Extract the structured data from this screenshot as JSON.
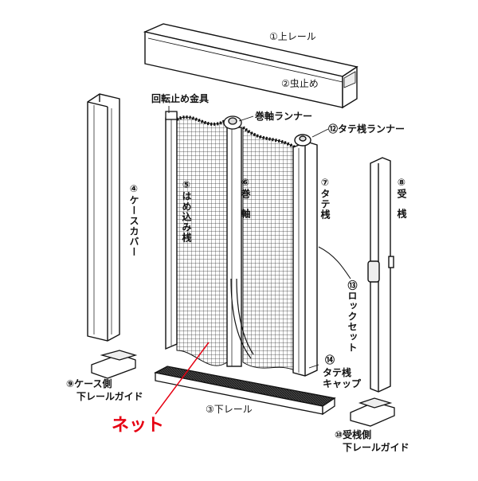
{
  "labels": {
    "top_rail": "①上レール",
    "insect_stop": "②虫止め",
    "rotation_stop": "回転止め金具",
    "shaft_runner": "巻軸ランナー",
    "vertical_bar_runner": "⑫タテ桟ランナー",
    "case_cover": "④ケースカバー",
    "insert_bar": "⑤はめ込み桟",
    "winding_shaft_1": "⑥巻",
    "winding_shaft_2": "軸",
    "vertical_bar": "⑦タテ桟",
    "receiver_bar_1": "⑧受",
    "receiver_bar_2": "桟",
    "lock_set": "⑬ロックセット",
    "vertical_bar_cap_1": "⑭",
    "vertical_bar_cap_2": "タテ桟",
    "vertical_bar_cap_3": "キャップ",
    "case_side_guide_1": "⑨ケース側",
    "case_side_guide_2": "下レールガイド",
    "bottom_rail": "③下レール",
    "receiver_side_guide_1": "⑩受桟側",
    "receiver_side_guide_2": "下レールガイド",
    "net": "ネット"
  },
  "colors": {
    "line": "#111111",
    "net_label": "#e60012"
  }
}
